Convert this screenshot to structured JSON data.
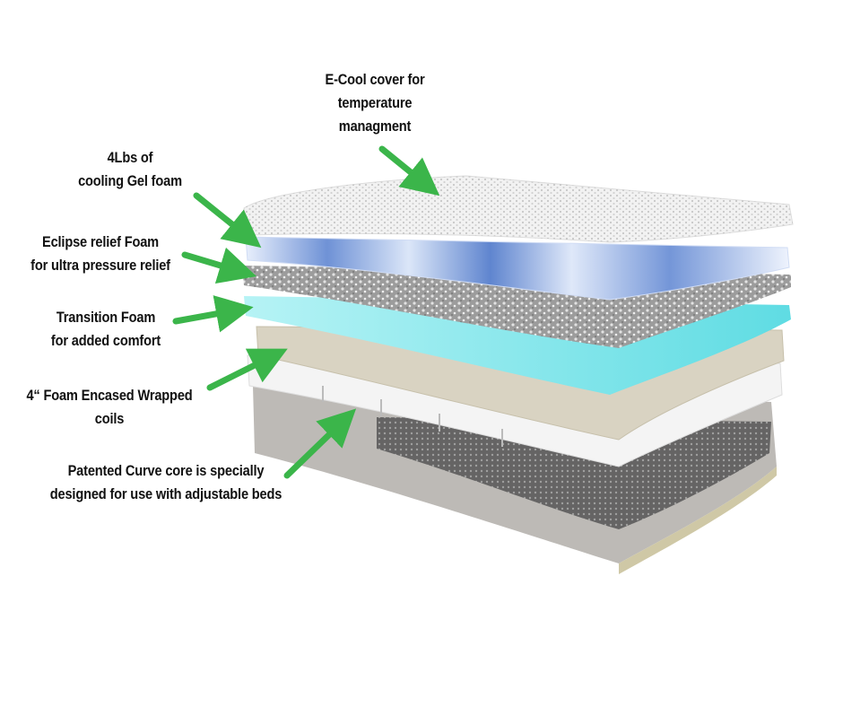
{
  "labels": {
    "cover": {
      "line1": "E-Cool cover for",
      "line2": "temperature",
      "line3": "managment"
    },
    "gel": {
      "line1": "4Lbs of",
      "line2": "cooling Gel foam"
    },
    "eclipse": {
      "line1": "Eclipse relief Foam",
      "line2": "for ultra pressure relief"
    },
    "transition": {
      "line1": "Transition Foam",
      "line2": "for added comfort"
    },
    "coils": {
      "line1": "4“ Foam Encased Wrapped",
      "line2": "coils"
    },
    "curve": {
      "line1": "Patented Curve core is specially",
      "line2": "designed for use with adjustable beds"
    }
  },
  "colors": {
    "arrow": "#3bb54a",
    "text": "#111111",
    "cover": "#f2f2f2",
    "gel": "#9db8e8",
    "eclipse": "#a9a9a9",
    "transition": "#7fe6ea",
    "comfort": "#d9d3c2",
    "coils": "#f4f4f4",
    "base": "#bdbab6"
  }
}
